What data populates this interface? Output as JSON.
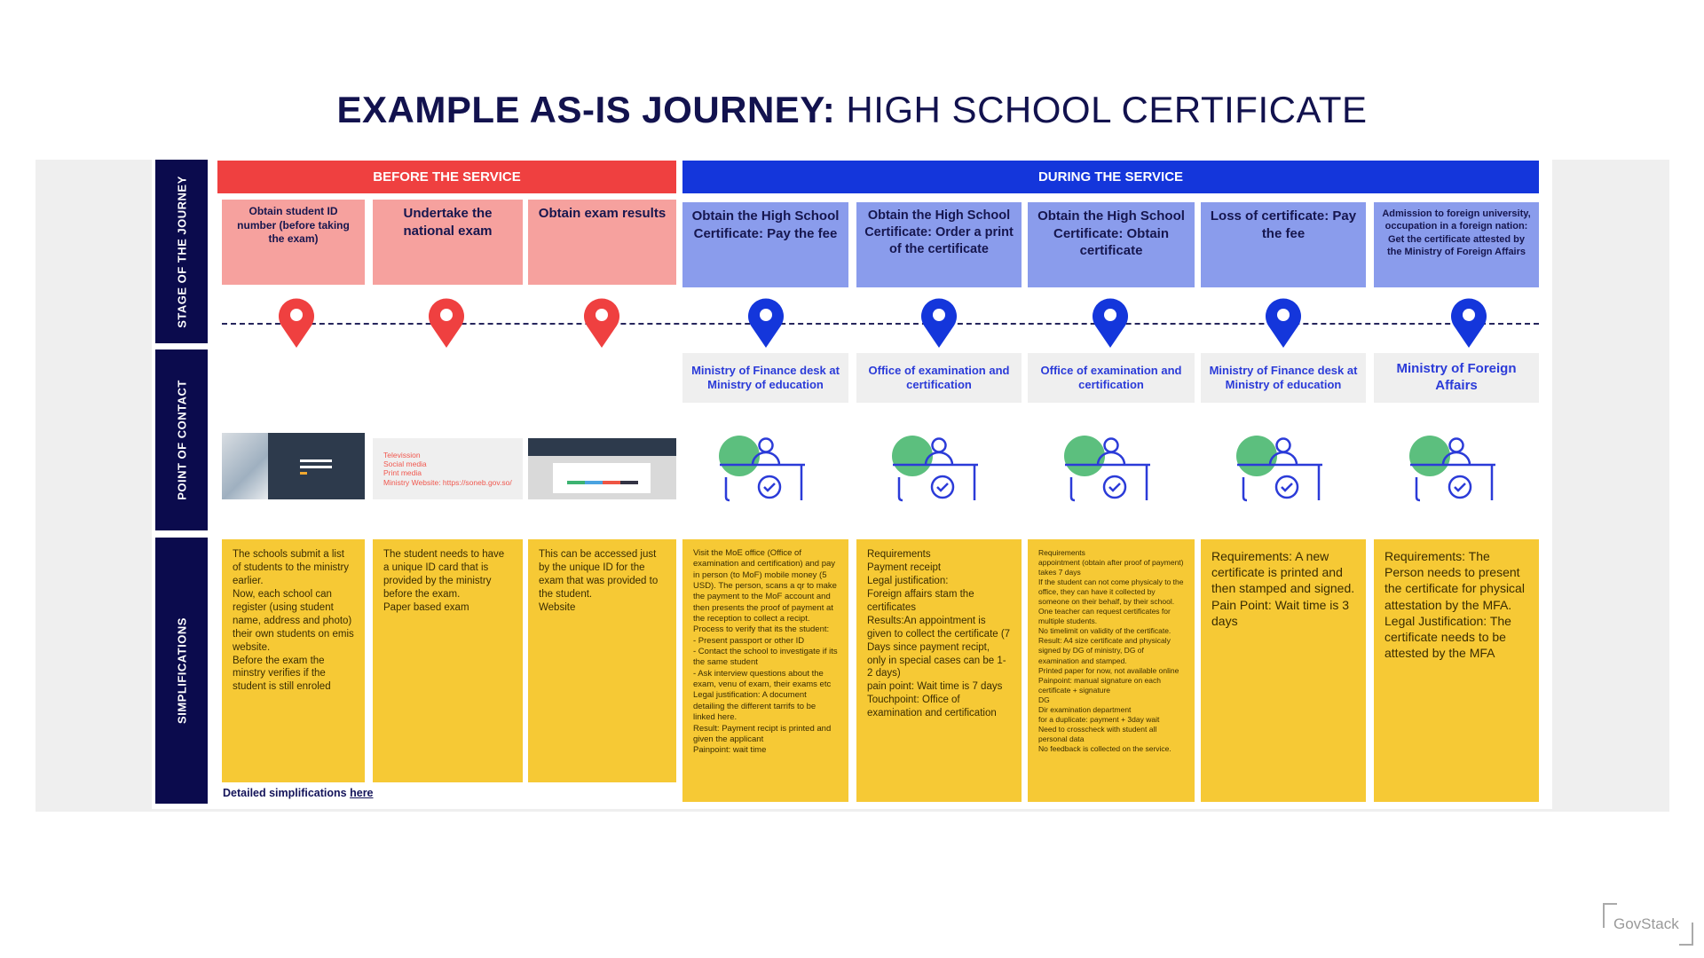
{
  "title": {
    "bold": "EXAMPLE AS-IS JOURNEY:",
    "rest": "HIGH SCHOOL CERTIFICATE"
  },
  "row_labels": {
    "stage": "STAGE OF THE JOURNEY",
    "contact": "POINT OF CONTACT",
    "simplifications": "SIMPLIFICATIONS"
  },
  "phases": {
    "before": "BEFORE THE SERVICE",
    "during": "DURING THE SERVICE"
  },
  "colors": {
    "red": "#ef4040",
    "blue": "#1436db",
    "pink": "#f6a19e",
    "lightblue": "#8a9cec",
    "yellow": "#f6c935",
    "navy": "#0b0b4d",
    "green": "#5cbf7e"
  },
  "columns": [
    {
      "phase": "before",
      "stage": "Obtain student ID number (before taking the exam)",
      "contact_type": "screenshot-login",
      "simplification": "The schools submit a list of students to the ministry earlier.\nNow, each school can register (using student name, address and photo) their own students on emis website.\nBefore the exam the minstry verifies if the student is still enroled"
    },
    {
      "phase": "before",
      "stage": "Undertake the national exam",
      "contact_type": "channels",
      "channels": [
        "Televission",
        "Social media",
        "Print media",
        "Ministry Website: https://soneb.gov.so/"
      ],
      "simplification": "The student needs to have a unique ID card that is provided by the ministry before the exam.\nPaper based exam"
    },
    {
      "phase": "before",
      "stage": "Obtain exam results",
      "contact_type": "screenshot-website",
      "simplification": "This can be accessed just by the unique ID for the exam that was provided to the student.\nWebsite"
    },
    {
      "phase": "during",
      "stage": "Obtain the High School Certificate: Pay the fee",
      "contact": "Ministry of Finance desk at Ministry of education",
      "simplification": "Visit the MoE office (Office of examination and certification) and pay in person (to MoF) mobile money (5 USD). The person, scans a qr to make the payment to the MoF account and then presents the proof of payment at the reception to collect a recipt.\nProcess to verify that its the student:\n- Present passport or other ID\n- Contact the school to investigate if its the same student\n- Ask interview questions about the exam, venu of exam, their exams etc\nLegal justification: A document detailing the different tarrifs to be linked here.\nResult: Payment recipt is printed and given the applicant\nPainpoint: wait time"
    },
    {
      "phase": "during",
      "stage": "Obtain the High School Certificate: Order a print of the certificate",
      "contact": "Office of examination and certification",
      "simplification": "Requirements\nPayment receipt\nLegal justification:\nForeign affairs stam the certificates\nResults:An appointment is given to collect the certificate (7 Days since payment recipt, only in special cases can be 1-2 days)\npain point: Wait time is 7 days\nTouchpoint: Office of examination and certification"
    },
    {
      "phase": "during",
      "stage": "Obtain the High School Certificate: Obtain certificate",
      "contact": "Office of examination and certification",
      "simplification": "Requirements\nappointment (obtain after proof of payment) takes 7 days\nIf the student can not come physicaly to the office, they can have it collected by someone on their behalf, by their school. One teacher can request certificates for multiple students.\nNo timelimit on validity of the certificate.\nResult: A4 size certificate and physicaly signed by DG of ministry, DG of examination and stamped.\nPrinted paper for now, not available online\nPainpoint: manual signature on each certificate + signature\nDG\nDir examination department\nfor a duplicate: payment + 3day wait\nNeed to crosscheck with student all personal data\nNo feedback is collected on the service."
    },
    {
      "phase": "during",
      "stage": "Loss of certificate: Pay the fee",
      "contact": "Ministry of Finance desk at Ministry of education",
      "simplification": "Requirements: A new certificate is printed and then stamped and signed.\nPain Point: Wait time is 3 days"
    },
    {
      "phase": "during",
      "stage": "Admission to foreign university, occupation in a foreign nation: Get the certificate attested by the Ministry of Foreign Affairs",
      "contact": "Ministry of Foreign Affairs",
      "simplification": "Requirements: The Person needs to present the certificate for physical attestation by the MFA.\nLegal Justification: The certificate needs to be attested by the MFA"
    }
  ],
  "footer": {
    "detail_label": "Detailed simplifications",
    "detail_link": "here"
  },
  "logo": "GovStack"
}
